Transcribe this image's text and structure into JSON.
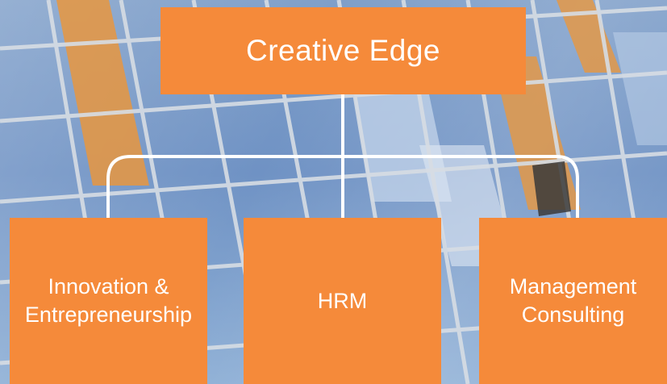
{
  "diagram": {
    "root": {
      "label": "Creative Edge"
    },
    "children": [
      {
        "lines": [
          "Innovation &",
          "Entrepreneurship"
        ]
      },
      {
        "lines": [
          "HRM"
        ]
      },
      {
        "lines": [
          "Management",
          "Consulting"
        ]
      }
    ]
  },
  "colors": {
    "box_fill": "#F58A3A",
    "box_text": "#FFFFFF",
    "connector": "#FFFFFF",
    "background_glass": "#6F92C4"
  }
}
